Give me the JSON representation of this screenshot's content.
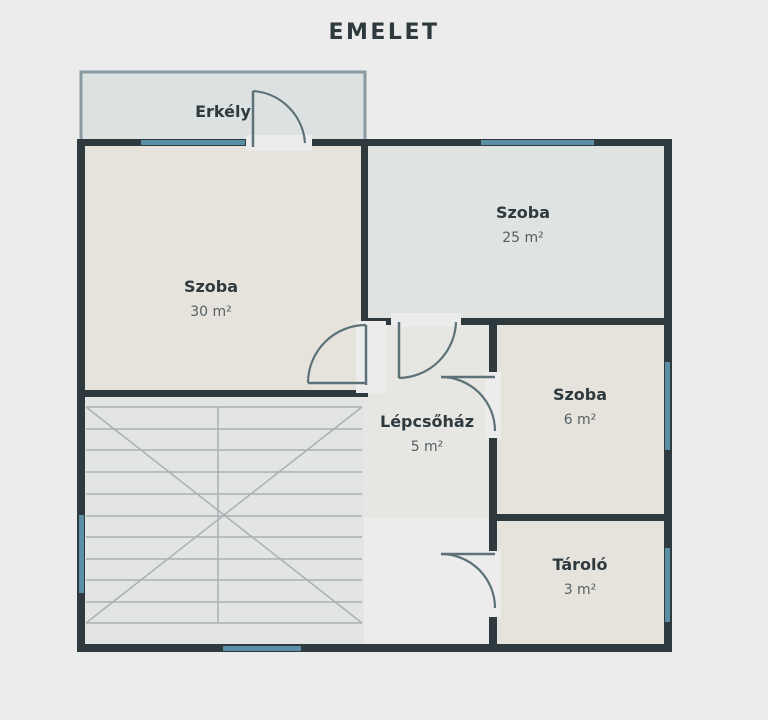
{
  "title": "EMELET",
  "rooms": {
    "balcony": {
      "name": "Erkély"
    },
    "room_a": {
      "name": "Szoba",
      "area": "30 m²"
    },
    "room_b": {
      "name": "Szoba",
      "area": "25 m²"
    },
    "stairwell": {
      "name": "Lépcsőház",
      "area": "5 m²"
    },
    "room_c": {
      "name": "Szoba",
      "area": "6 m²"
    },
    "storage": {
      "name": "Tároló",
      "area": "3 m²"
    }
  },
  "colors": {
    "background": "#ececec",
    "wall": "#2f3a3f",
    "window": "#5c8ea6",
    "room_beige": "#e6e3dd",
    "room_gray": "#dfe3e2",
    "balcony": "#dce1e2"
  }
}
